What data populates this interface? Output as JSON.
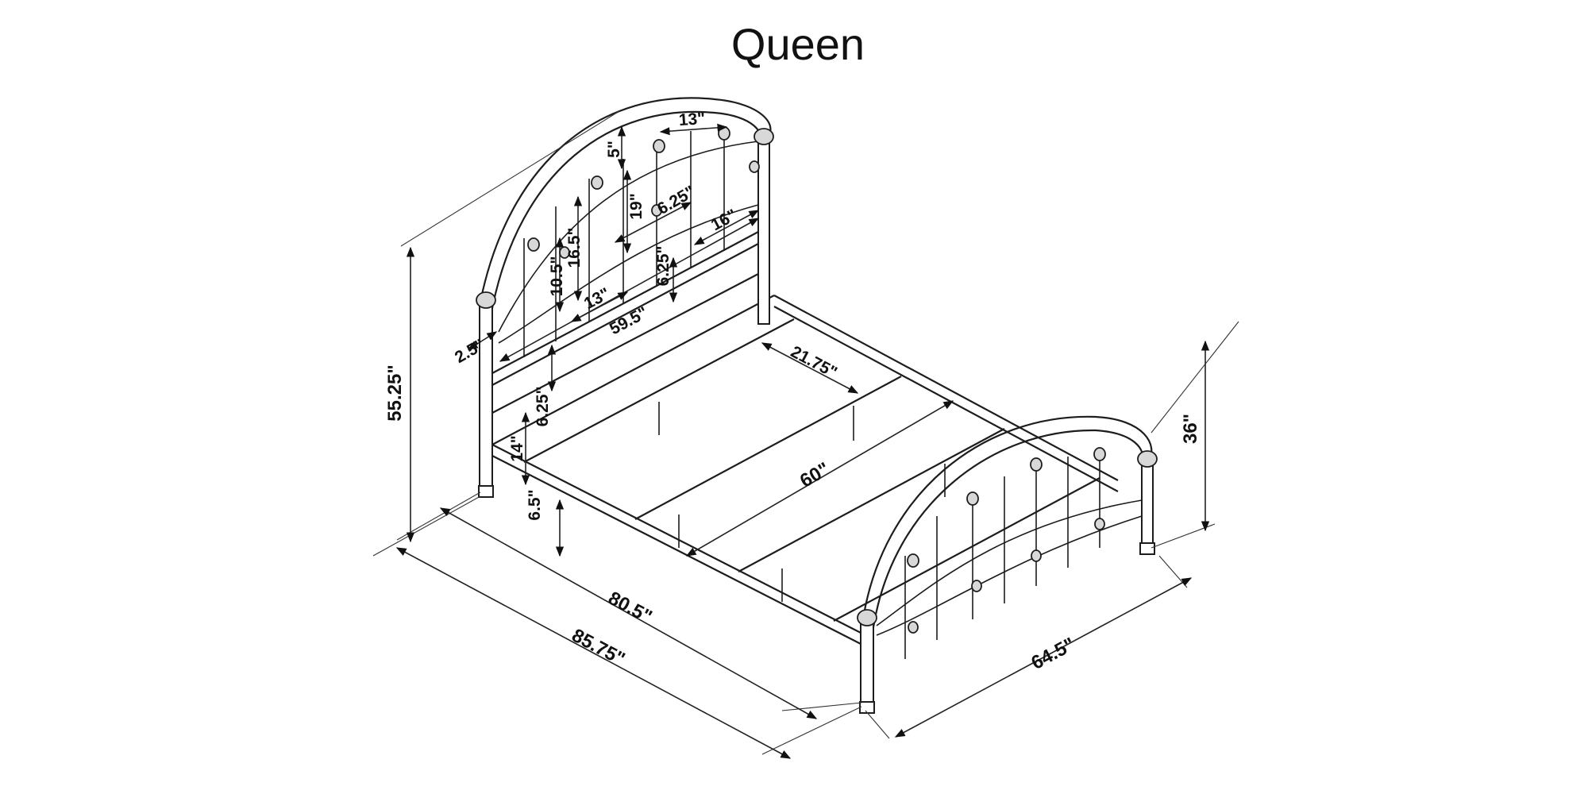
{
  "title": "Queen",
  "dimensions": {
    "overall_height": "55.25\"",
    "footboard_height": "36\"",
    "rail_length": "80.5\"",
    "overall_length": "85.75\"",
    "overall_width": "64.5\"",
    "inner_width": "60\"",
    "slat_spacing": "21.75\"",
    "headboard_width": "59.5\"",
    "arch_top_segment": "13\"",
    "headboard_mid_segment": "13\"",
    "headboard_right_segment": "16\"",
    "arch_top_drop": "5\"",
    "spindle_height": "19\"",
    "spindle_gap_upper": "6.25\"",
    "spindle_gap_lower": "6.25\"",
    "inner_spindle": "16.5\"",
    "side_spindle": "10.5\"",
    "rail_gap": "6.25\"",
    "post_top": "2.5\"",
    "rail_to_frame": "14\"",
    "leg_clearance": "6.5\""
  }
}
